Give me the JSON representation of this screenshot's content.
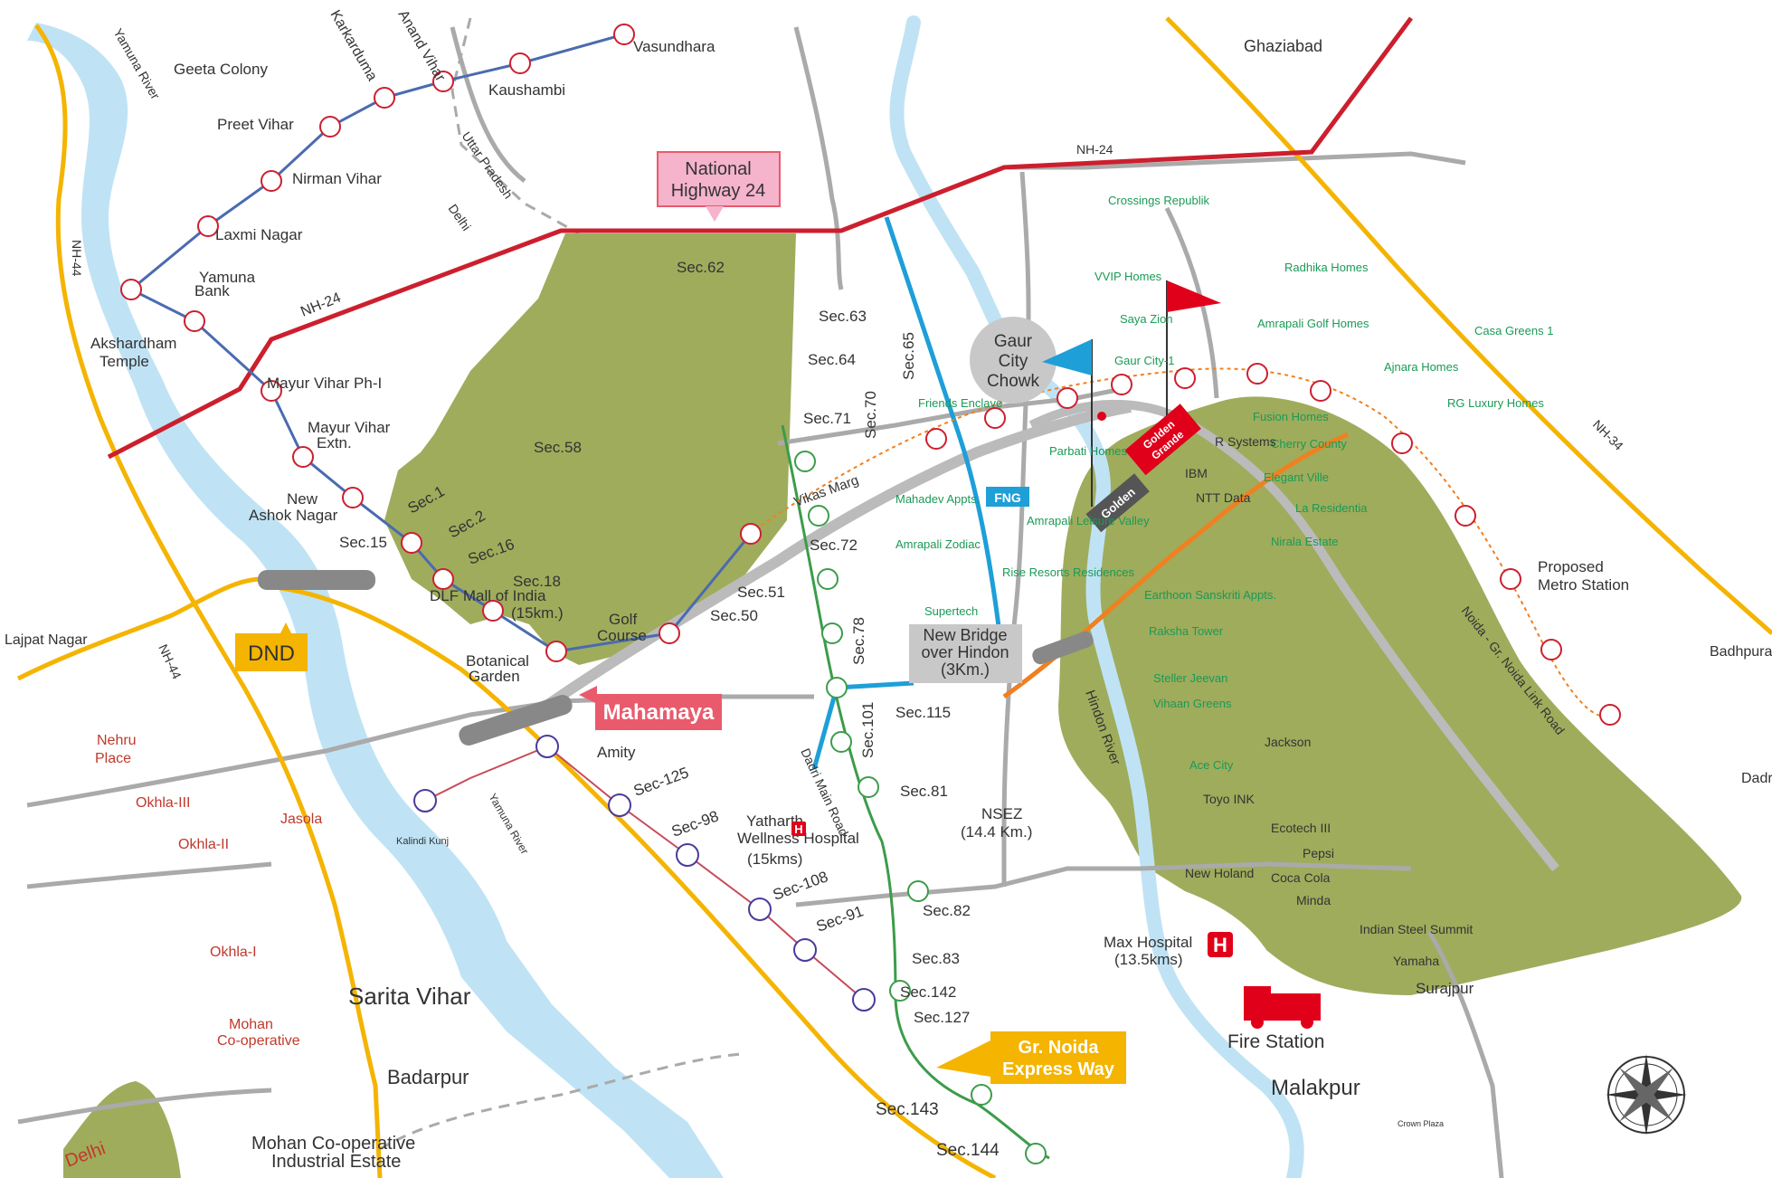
{
  "title": "",
  "callouts": {
    "nh24": [
      "National",
      "Highway 24"
    ],
    "mahamaya": "Mahamaya",
    "dnd": "DND",
    "gr_noida": [
      "Gr. Noida",
      "Express Way"
    ],
    "new_bridge": [
      "New Bridge",
      "over Hindon",
      "(3Km.)"
    ],
    "gaur_chowk": [
      "Gaur",
      "City",
      "Chowk"
    ],
    "golden_grande": [
      "Golden",
      "Grande"
    ],
    "golden": "Golden",
    "fng": "FNG"
  },
  "roads": {
    "nh24_a": "NH-24",
    "nh24_b": "NH-24",
    "nh44_a": "NH-44",
    "nh44_b": "NH-44",
    "nh34": "NH-34",
    "vikas_marg": "Vikas Marg",
    "link_road": "Noida - Gr. Noida Link Road",
    "dadri_road": "Dadri Main Road",
    "up": "Uttar Pradesh",
    "delhi_border": "Delhi"
  },
  "rivers": {
    "yamuna_top": "Yamuna River",
    "yamuna_bottom": "Yamuna River",
    "hindon": "Hindon River"
  },
  "places": [
    "Ghaziabad",
    "Geeta Colony",
    "Preet Vihar",
    "Nirman Vihar",
    "Laxmi Nagar",
    "Kaushambi",
    "Vasundhara",
    "Karkarduma",
    "Anand Vihar",
    "Yamuna",
    "Bank",
    "Akshardham",
    "Temple",
    "Mayur Vihar Ph-I",
    "Mayur Vihar",
    "Extn.",
    "New",
    "Ashok Nagar",
    "Sec.15",
    "Sec.1",
    "Sec.2",
    "Sec.16",
    "Sec.18",
    "DLF Mall of India",
    "(15km.)",
    "Botanical",
    "Garden",
    "Golf",
    "Course",
    "Sec.58",
    "Sec.62",
    "Sec.63",
    "Sec.64",
    "Sec.65",
    "Sec.70",
    "Sec.71",
    "Sec.72",
    "Sec.51",
    "Sec.50",
    "Sec.78",
    "Sec.101",
    "Sec.115",
    "Sec.81",
    "NSEZ",
    "(14.4 Km.)",
    "Amity",
    "Sec-125",
    "Sec-98",
    "Yatharth",
    "Wellness Hospital",
    "(15kms)",
    "Sec-108",
    "Sec-91",
    "Sec.82",
    "Sec.83",
    "Sec.142",
    "Sec.127",
    "Sec.143",
    "Sec.144",
    "Kalindi Kunj",
    "Sarita Vihar",
    "Badarpur",
    "Mohan Co-operative",
    "Industrial Estate",
    "Max Hospital",
    "(13.5kms)",
    "Fire Station",
    "Malakpur",
    "Surajpur",
    "Proposed",
    "Metro Station",
    "Badhpura",
    "Dadri",
    "Lajpat Nagar"
  ],
  "red_places": [
    "Nehru",
    "Place",
    "Okhla-III",
    "Okhla-II",
    "Jasola",
    "Okhla-I",
    "Mohan",
    "Co-operative",
    "Delhi"
  ],
  "projects": [
    "Crossings Republik",
    "VVIP Homes",
    "Saya Zion",
    "Gaur City-1",
    "Friends Enclave",
    "Parbati Homes",
    "Mahadev Appts.",
    "Amrapali Zodiac",
    "Supertech",
    "Radhika Homes",
    "Amrapali Golf Homes",
    "Casa Greens 1",
    "Ajnara Homes",
    "RG Luxury Homes",
    "Fusion Homes",
    "Cherry County",
    "Elegant Ville",
    "La Residentia",
    "Nirala Estate",
    "Amrapali Leisure Valley",
    "Rise Resorts Residences",
    "Earthoon Sanskriti Appts.",
    "Raksha Tower",
    "Steller Jeevan",
    "Vihaan Greens",
    "Ace City"
  ],
  "companies": [
    "R Systems",
    "IBM",
    "NTT Data",
    "Jackson",
    "Toyo INK",
    "Ecotech III",
    "Pepsi",
    "New Holand",
    "Coca Cola",
    "Minda",
    "Indian Steel Summit",
    "Yamaha",
    "Crown Plaza"
  ],
  "colors": {
    "land": "#9fac5c",
    "river": "#bfe3f5",
    "nh24": "#cc1f2e",
    "metro_blue": "#4a6bb0",
    "metro_pink": "#c84a5a",
    "aqua_line": "#3c9c4a",
    "fng": "#1e9fd8",
    "orange_road": "#f08020",
    "yellow_road": "#f4b400",
    "callout_pink": "#e95b6c",
    "callout_yellow": "#f4b400",
    "project_green": "#1a9a56"
  },
  "icons": [
    "metro-station-icon",
    "building-icon",
    "office-icon",
    "hospital-icon",
    "fire-truck-icon",
    "compass-icon",
    "flag-icon",
    "bridge-icon"
  ]
}
